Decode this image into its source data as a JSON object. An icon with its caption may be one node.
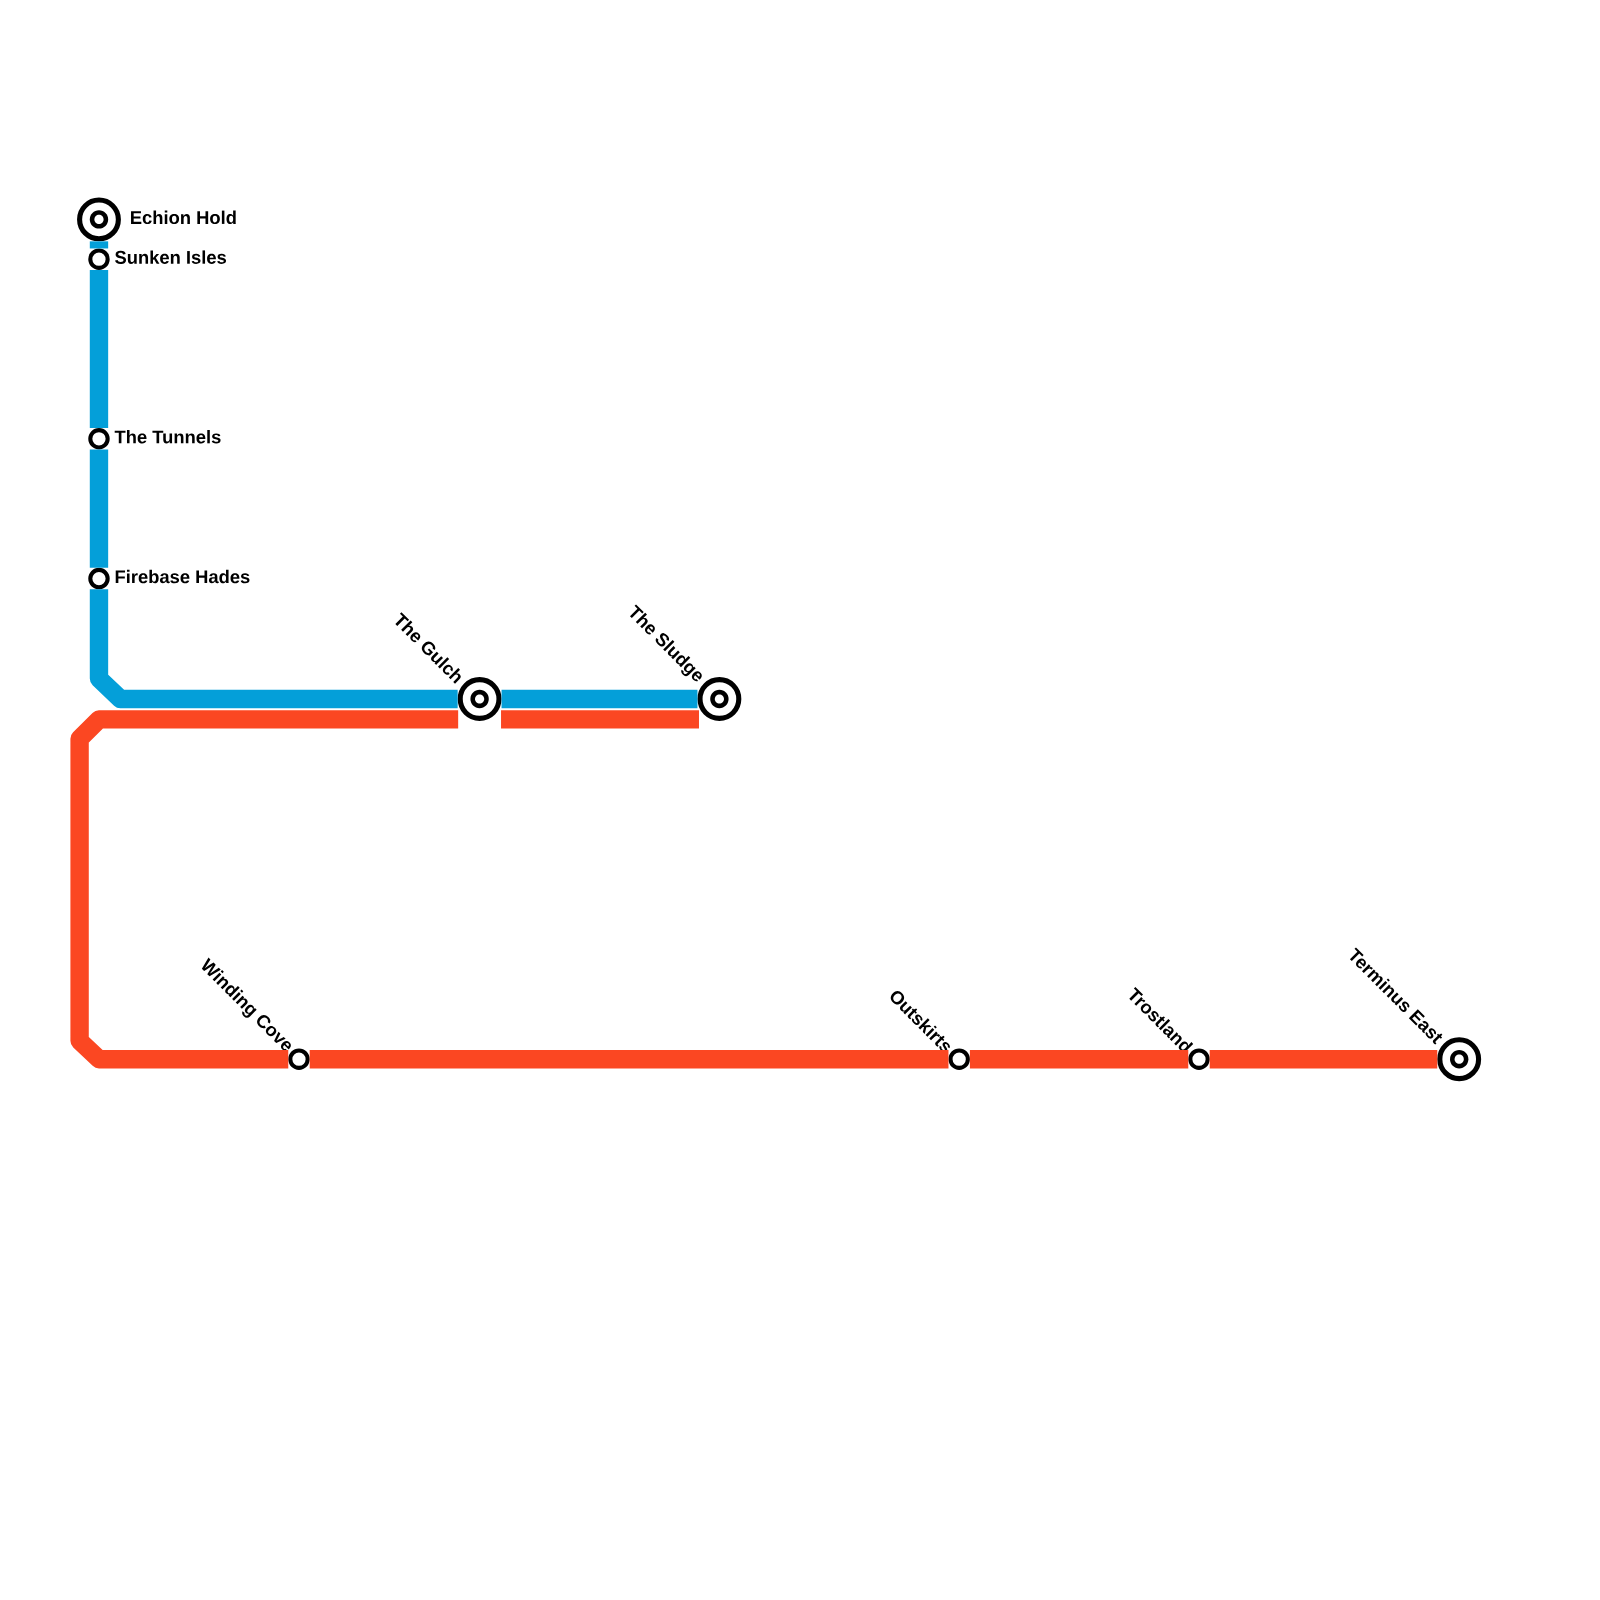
{
  "diagram": {
    "nodes": [
      {
        "text": [
          "Echion Hold"
        ]
      },
      {
        "text": [
          "Sunken Isles"
        ]
      },
      {
        "text": [
          "The Tunnels"
        ]
      },
      {
        "text": [
          "Firebase Hades"
        ]
      },
      {
        "text": [
          "The Gulch"
        ]
      },
      {
        "text": [
          "The Sludge"
        ]
      },
      {
        "text": [
          "Winding Cove"
        ]
      },
      {
        "text": [
          "Outskirts"
        ]
      },
      {
        "text": [
          "Trostland"
        ]
      },
      {
        "text": [
          "Terminus East"
        ]
      }
    ],
    "edges": [
      {
        "from": 0,
        "to": 1,
        "arrow": "none",
        "color": "#049fd9"
      },
      {
        "from": 1,
        "to": 2,
        "arrow": "none",
        "color": "#049fd9"
      },
      {
        "from": 2,
        "to": 3,
        "arrow": "none",
        "color": "#049fd9"
      },
      {
        "from": 3,
        "to": 4,
        "arrow": "none",
        "color": "#049fd9"
      },
      {
        "from": 4,
        "to": 5,
        "arrow": "none",
        "color": "#049fd9"
      },
      {
        "from": 5,
        "to": 4,
        "arrow": "none",
        "color": "#fb4722"
      },
      {
        "from": 4,
        "to": 6,
        "arrow": "none",
        "color": "#fb4722"
      },
      {
        "from": 6,
        "to": 7,
        "arrow": "none",
        "color": "#fb4722"
      },
      {
        "from": 7,
        "to": 8,
        "arrow": "none",
        "color": "#fb4722"
      },
      {
        "from": 8,
        "to": 9,
        "arrow": "none",
        "color": "#fb4722"
      }
    ]
  }
}
